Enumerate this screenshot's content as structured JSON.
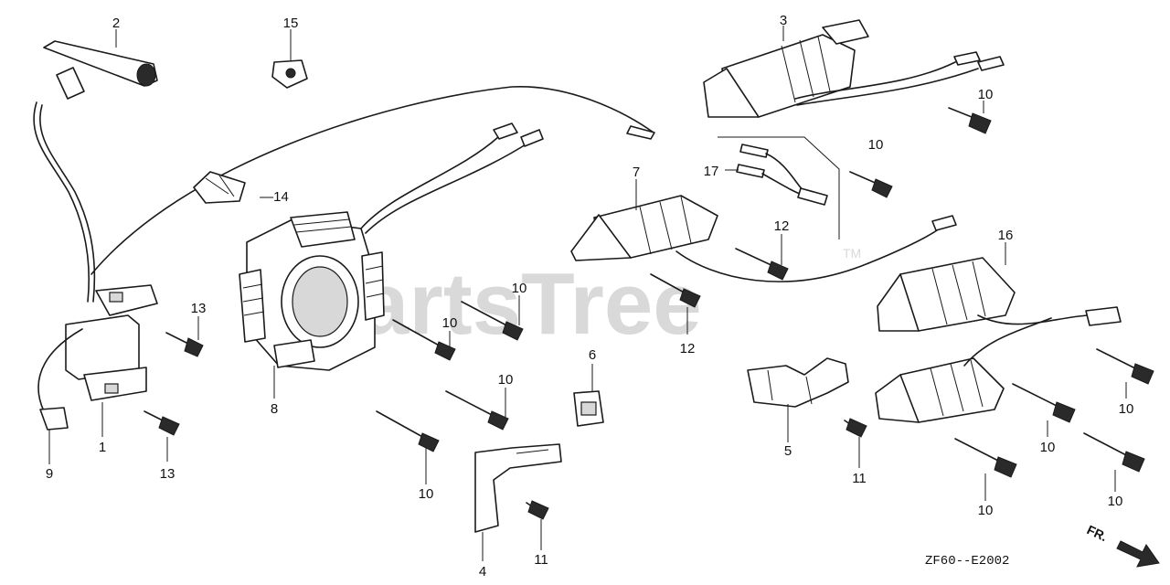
{
  "watermark": {
    "text": "PartsTree",
    "trademark": "TM"
  },
  "diagram_code": "ZF60--E2002",
  "direction_label": "FR.",
  "callouts": [
    "1",
    "2",
    "3",
    "4",
    "5",
    "6",
    "7",
    "8",
    "9",
    "10",
    "11",
    "12",
    "13",
    "14",
    "15",
    "16",
    "17"
  ],
  "callout_14_text": "—14"
}
